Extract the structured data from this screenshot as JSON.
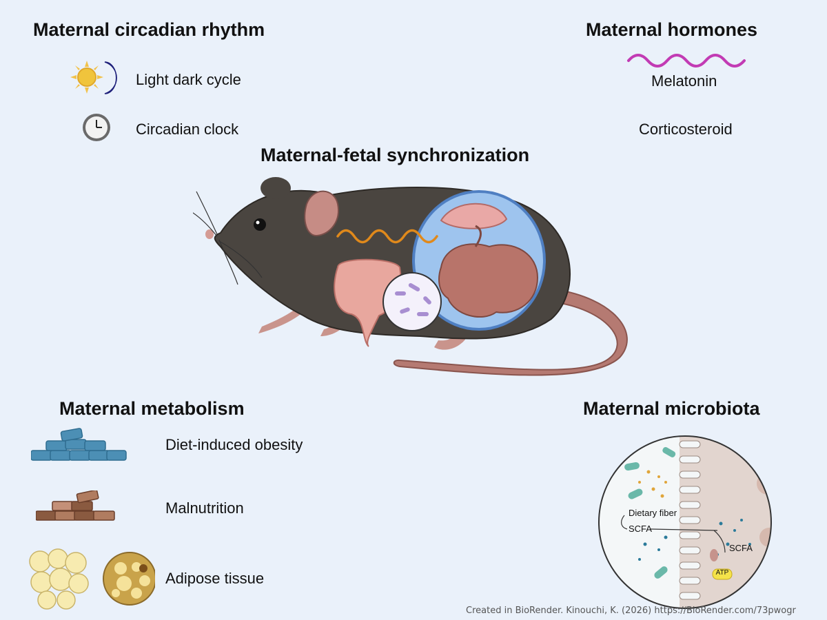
{
  "sections": {
    "circadian": {
      "title": "Maternal circadian rhythm",
      "items": [
        "Light dark cycle",
        "Circadian clock"
      ]
    },
    "hormones": {
      "title": "Maternal hormones",
      "items": [
        "Melatonin",
        "Corticosteroid"
      ]
    },
    "sync": {
      "title": "Maternal-fetal synchronization"
    },
    "metabolism": {
      "title": "Maternal metabolism",
      "items": [
        "Diet-induced obesity",
        "Malnutrition",
        "Adipose tissue"
      ]
    },
    "microbiota": {
      "title": "Maternal microbiota",
      "labels": {
        "fiber": "Dietary fiber",
        "scfa1": "SCFA",
        "scfa2": "SCFA",
        "atp": "ATP"
      }
    }
  },
  "credit": "Created in BioRender. Kinouchi, K. (2026) https://BioRender.com/73pwogr",
  "icons": {
    "sun": "sun-icon",
    "moon": "moon-icon",
    "clock": "clock-icon",
    "wave": "melatonin-wave-icon",
    "mouse": "pregnant-mouse-illustration",
    "blue_food": "obesity-diet-icon",
    "brown_food": "malnutrition-diet-icon",
    "adipose": "adipose-tissue-icon",
    "gut": "gut-microbiota-icon"
  },
  "colors": {
    "background": "#eaf1fa",
    "wave_magenta": "#c23bb4",
    "wave_orange": "#e0891b",
    "mouse_body": "#4a4540",
    "uterus_blue": "#9ec4ee",
    "fetus": "#b8746a"
  }
}
